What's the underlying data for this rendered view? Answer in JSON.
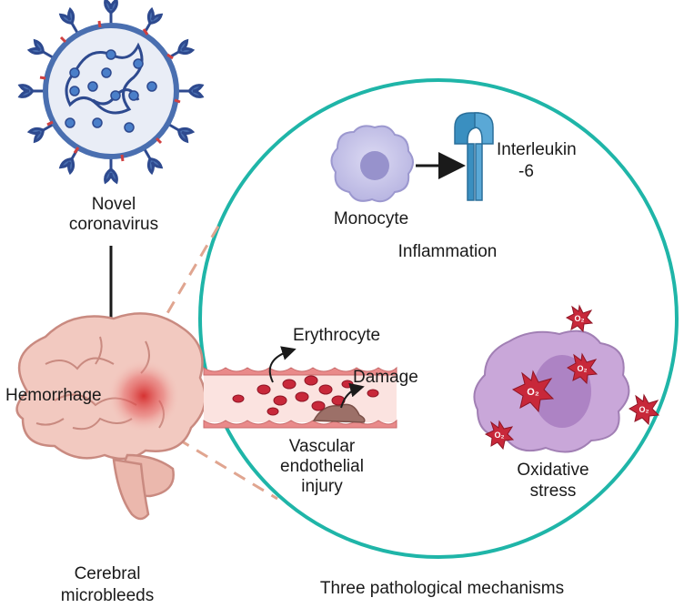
{
  "labels": {
    "virus": [
      "Novel",
      "coronavirus"
    ],
    "hemorrhage": "Hemorrhage",
    "cerebral": [
      "Cerebral",
      "microbleeds"
    ],
    "monocyte": "Monocyte",
    "interleukin": [
      "Interleukin",
      "-6"
    ],
    "inflammation": "Inflammation",
    "erythrocyte": "Erythrocyte",
    "damage": "Damage",
    "vascular": [
      "Vascular",
      "endothelial",
      "injury"
    ],
    "oxidative": [
      "Oxidative",
      "stress"
    ],
    "mechanisms": "Three pathological mechanisms",
    "o2": "O₂"
  },
  "colors": {
    "circle": "#1fb5a8",
    "virus_body": "#4a6fb0",
    "virus_spike": "#2e4a8f",
    "virus_red": "#d04040",
    "brain": "#f2c9c0",
    "hemorrhage": "#d03030",
    "monocyte": "#c9c7ea",
    "receptor": "#3a8fc0",
    "vessel": "#e98a8a",
    "rbc": "#c8283a",
    "oxidative_cell": "#c9a7d9",
    "o2_star": "#c8283a",
    "dash": "#e0a590"
  }
}
